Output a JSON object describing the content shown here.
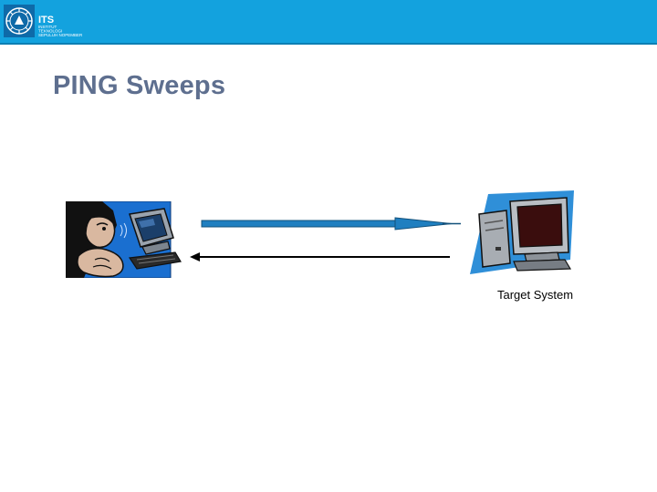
{
  "slide": {
    "title": "PING Sweeps",
    "target_label": "Target System"
  },
  "header": {
    "logo_text": "ITS",
    "logo_subtext_lines": [
      "INSTITUT",
      "TEKNOLOGI",
      "SEPULUH NOPEMBER"
    ]
  },
  "icons": {
    "logo": "its-seal-icon",
    "attacker": "hacker-at-computer-icon",
    "target": "target-computer-icon",
    "request": "ping-request-arrow-icon",
    "reply": "ping-reply-arrow-icon"
  },
  "colors": {
    "header": "#13a2de",
    "title": "#5e6f8f",
    "arrow_request": "#1f7fc0",
    "arrow_reply": "#000000"
  }
}
